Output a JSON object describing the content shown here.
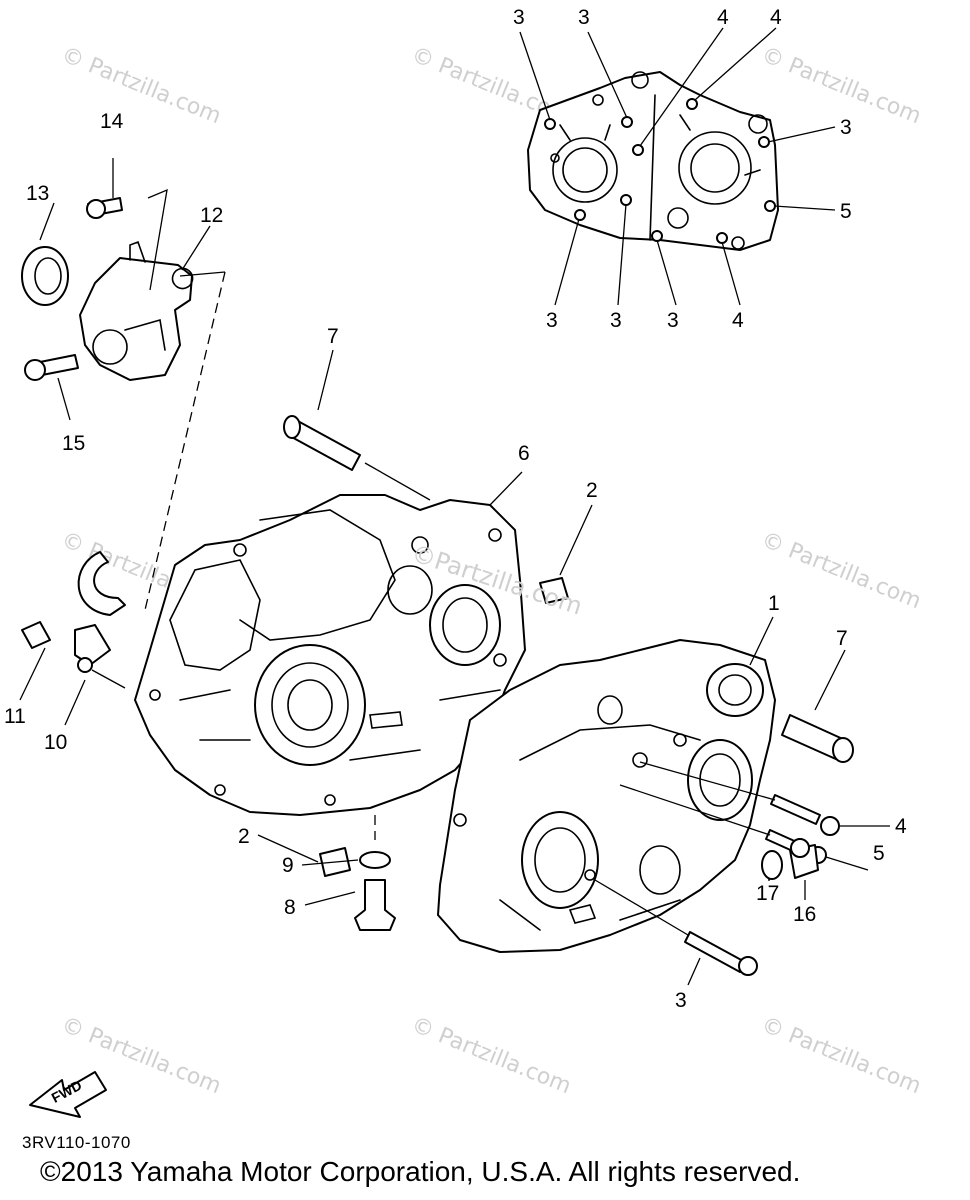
{
  "diagram": {
    "callouts": [
      {
        "id": "c3a",
        "text": "3"
      },
      {
        "id": "c3b",
        "text": "3"
      },
      {
        "id": "c4a",
        "text": "4"
      },
      {
        "id": "c4b",
        "text": "4"
      },
      {
        "id": "c3c",
        "text": "3"
      },
      {
        "id": "c5a",
        "text": "5"
      },
      {
        "id": "c3d",
        "text": "3"
      },
      {
        "id": "c3e",
        "text": "3"
      },
      {
        "id": "c3f",
        "text": "3"
      },
      {
        "id": "c4c",
        "text": "4"
      },
      {
        "id": "c14",
        "text": "14"
      },
      {
        "id": "c13",
        "text": "13"
      },
      {
        "id": "c12",
        "text": "12"
      },
      {
        "id": "c15",
        "text": "15"
      },
      {
        "id": "c7a",
        "text": "7"
      },
      {
        "id": "c6",
        "text": "6"
      },
      {
        "id": "c2a",
        "text": "2"
      },
      {
        "id": "c11",
        "text": "11"
      },
      {
        "id": "c10",
        "text": "10"
      },
      {
        "id": "c1",
        "text": "1"
      },
      {
        "id": "c7b",
        "text": "7"
      },
      {
        "id": "c4d",
        "text": "4"
      },
      {
        "id": "c5b",
        "text": "5"
      },
      {
        "id": "c2b",
        "text": "2"
      },
      {
        "id": "c9",
        "text": "9"
      },
      {
        "id": "c8",
        "text": "8"
      },
      {
        "id": "c17",
        "text": "17"
      },
      {
        "id": "c16",
        "text": "16"
      },
      {
        "id": "c3g",
        "text": "3"
      }
    ],
    "fwd_label": "FWD",
    "watermark": "© Partzilla.com",
    "watermark_center": "©Partzilla.com",
    "diagram_code": "3RV110-1070",
    "copyright": "©2013 Yamaha Motor Corporation, U.S.A. All rights reserved."
  }
}
